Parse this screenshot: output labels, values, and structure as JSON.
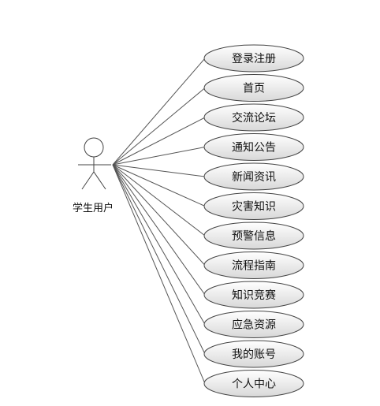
{
  "actor": {
    "label": "学生用户"
  },
  "use_cases": [
    {
      "label": "登录注册"
    },
    {
      "label": "首页"
    },
    {
      "label": "交流论坛"
    },
    {
      "label": "通知公告"
    },
    {
      "label": "新闻资讯"
    },
    {
      "label": "灾害知识"
    },
    {
      "label": "预警信息"
    },
    {
      "label": "流程指南"
    },
    {
      "label": "知识竞赛"
    },
    {
      "label": "应急资源"
    },
    {
      "label": "我的账号"
    },
    {
      "label": "个人中心"
    }
  ],
  "colors": {
    "ellipse_fill_top": "#ffffff",
    "ellipse_fill_bottom": "#d8d8d8"
  }
}
